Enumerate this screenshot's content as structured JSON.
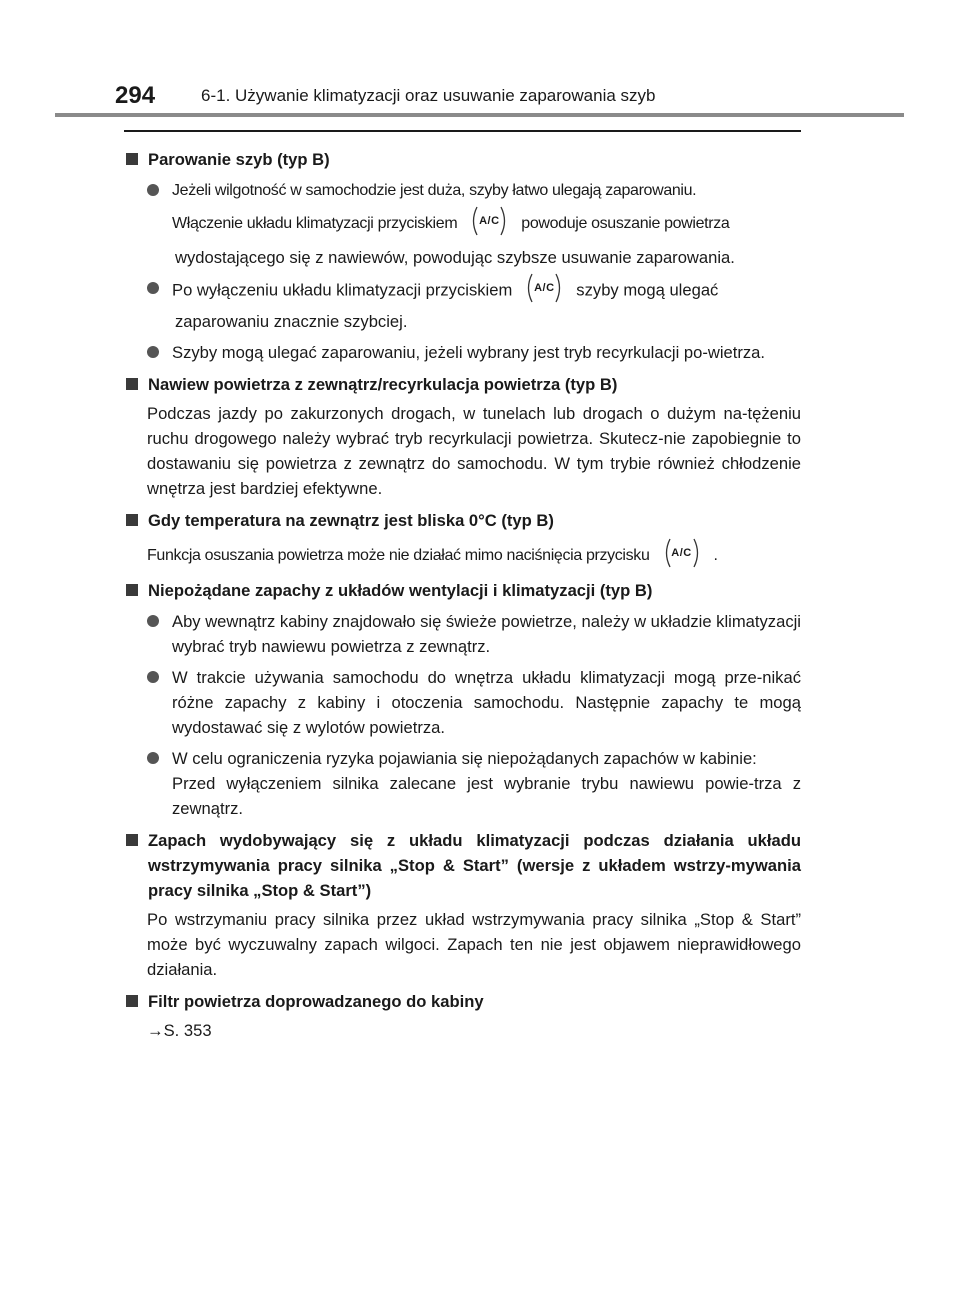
{
  "header": {
    "page_number": "294",
    "title": "6-1. Używanie klimatyzacji oraz usuwanie zaparowania szyb"
  },
  "ac_button_label": "A/C",
  "s1": {
    "heading": "Parowanie szyb (typ B)",
    "b1_line1": "Jeżeli wilgotność w samochodzie jest duża, szyby łatwo ulegają zaparowaniu.",
    "b1_line2a": "Włączenie układu klimatyzacji przyciskiem",
    "b1_line2b": "powoduje osuszanie powietrza",
    "b1_line3": "wydostającego się z nawiewów, powodując szybsze usuwanie zaparowania.",
    "b2_line1a": "Po wyłączeniu układu klimatyzacji przyciskiem",
    "b2_line1b": "szyby mogą ulegać",
    "b2_line2": "zaparowaniu znacznie szybciej.",
    "b3": "Szyby mogą ulegać zaparowaniu, jeżeli wybrany jest tryb recyrkulacji po-wietrza."
  },
  "s2": {
    "heading": "Nawiew powietrza z zewnątrz/recyrkulacja powietrza (typ B)",
    "para": "Podczas jazdy po zakurzonych drogach, w tunelach lub drogach o dużym na-tężeniu ruchu drogowego należy wybrać tryb recyrkulacji powietrza. Skutecz-nie zapobiegnie to dostawaniu się powietrza z zewnątrz do samochodu. W tym trybie również chłodzenie wnętrza jest bardziej efektywne."
  },
  "s3": {
    "heading": "Gdy temperatura na zewnątrz jest bliska 0°C (typ B)",
    "para_a": "Funkcja osuszania powietrza może nie działać mimo naciśnięcia przycisku",
    "para_b": "."
  },
  "s4": {
    "heading": "Niepożądane zapachy z układów wentylacji i klimatyzacji (typ B)",
    "b1": "Aby wewnątrz kabiny znajdowało się świeże powietrze, należy w układzie klimatyzacji wybrać tryb nawiewu powietrza z zewnątrz.",
    "b2": "W trakcie używania samochodu do wnętrza układu klimatyzacji mogą prze-nikać różne zapachy z kabiny i otoczenia samochodu. Następnie zapachy te mogą wydostawać się z wylotów powietrza.",
    "b3_line1": "W celu ograniczenia ryzyka pojawiania się niepożądanych zapachów w kabinie:",
    "b3_line2": "Przed wyłączeniem silnika zalecane jest wybranie trybu nawiewu powie-trza z zewnątrz."
  },
  "s5": {
    "heading": "Zapach wydobywający się z układu klimatyzacji podczas działania układu wstrzymywania pracy silnika „Stop & Start” (wersje z układem wstrzy-mywania pracy silnika „Stop & Start”)",
    "para": "Po wstrzymaniu pracy silnika przez układ wstrzymywania pracy silnika „Stop & Start” może być wyczuwalny zapach wilgoci. Zapach ten nie jest objawem nieprawidłowego działania."
  },
  "s6": {
    "heading": "Filtr powietrza doprowadzanego do kabiny",
    "ref": "→S. 353"
  }
}
